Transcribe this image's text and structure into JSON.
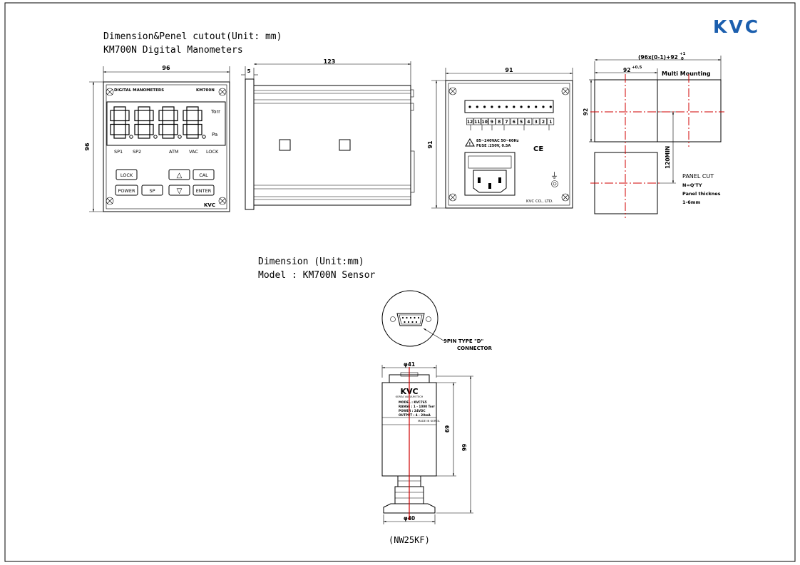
{
  "brand": {
    "logo_text": "KVC",
    "color": "#1c5fae"
  },
  "colors": {
    "line": "#000000",
    "center_line": "#d00000"
  },
  "manometer": {
    "title_line1": "Dimension&Penel cutout(Unit: mm)",
    "title_line2": "KM700N Digital Manometers",
    "front": {
      "dim_width": "96",
      "dim_height": "96",
      "header_left": "DIGITAL MANOMETERS",
      "header_right": "KM700N",
      "unit_torr": "Torr",
      "unit_pa": "Pa",
      "indicators": [
        "SP1",
        "SP2",
        "ATM",
        "VAC",
        "LOCK"
      ],
      "buttons": {
        "lock": "LOCK",
        "up": "△",
        "cal": "CAL",
        "power": "POWER",
        "sp": "SP",
        "down": "▽",
        "enter": "ENTER"
      },
      "brand": "KVC"
    },
    "side": {
      "dim_depth": "123",
      "dim_flange": "5"
    },
    "rear": {
      "dim_width": "91",
      "dim_height": "91",
      "terminals": [
        "12",
        "11",
        "10",
        "9",
        "8",
        "7",
        "6",
        "5",
        "4",
        "3",
        "2",
        "1"
      ],
      "power_line1": "85~240VAC  50~60Hz",
      "power_line2": "FUSE :250V, 0.5A",
      "ce_mark": "CE",
      "ground_symbol": "⏚",
      "maker": "KVC CO., LTD."
    },
    "cutout": {
      "dim_total": "(96x(0-1)+92",
      "dim_total_tol_upper": "+1",
      "dim_total_tol_lower": "0",
      "dim_single": "92",
      "dim_single_tol": "+0.5",
      "multi_label": "Multi  Mounting",
      "dim_height": "92",
      "dim_gap": "120MIN",
      "panel_cut_title": "PANEL CUT",
      "panel_cut_line1": "N=Q'TY",
      "panel_cut_line2": "Panel thicknes",
      "panel_cut_line3": "1-6mm"
    }
  },
  "sensor": {
    "title_line1": "Dimension  (Unit:mm)",
    "title_line2": "Model  :  KM700N  Sensor",
    "connector_label_line1": "9PIN  TYPE  \"D\"",
    "connector_label_line2": "CONNECTOR",
    "dim_top_diameter": "φ41",
    "dim_flange_diameter": "φ40",
    "dim_body_height": "69",
    "dim_total_height": "99",
    "brand": "KVC",
    "brand_sub": "KOREA VACUUM TECH",
    "label_rows": [
      "MODEL  : KVC765",
      "RANGE  : 1 - 1000 Torr",
      "POWER  : 24VDC",
      "OUTPUT : 4 - 20mA"
    ],
    "made_in": "MADE IN KOREA",
    "flange_type": "(NW25KF)"
  }
}
